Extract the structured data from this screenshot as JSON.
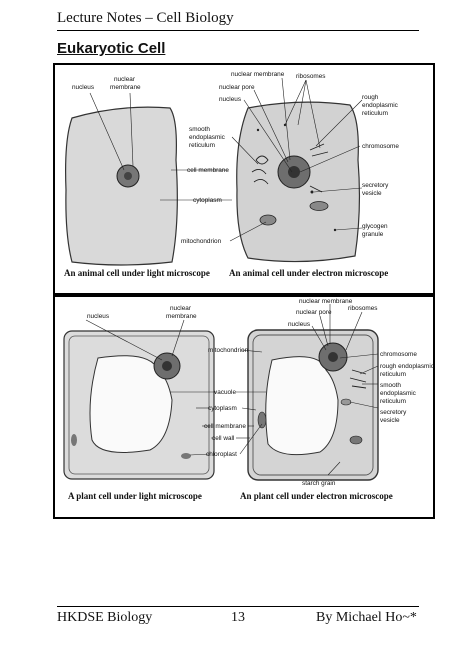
{
  "header": {
    "title": "Lecture Notes – Cell Biology"
  },
  "section": {
    "title": "Eukaryotic Cell"
  },
  "animal": {
    "light_caption": "An animal cell under light microscope",
    "em_caption": "An animal cell under electron microscope",
    "labels": {
      "nucleus": "nucleus",
      "nuclear_membrane_1": "nuclear",
      "nuclear_membrane_2": "membrane",
      "em_nuclear_membrane": "nuclear membrane",
      "ribosomes": "ribosomes",
      "nuclear_pore": "nuclear pore",
      "em_nucleus": "nucleus",
      "rough_er_1": "rough",
      "rough_er_2": "endoplasmic",
      "rough_er_3": "reticulum",
      "smooth_er_1": "smooth",
      "smooth_er_2": "endoplasmic",
      "smooth_er_3": "reticulum",
      "chromosome": "chromosome",
      "cell_membrane": "cell membrane",
      "secretory_1": "secretory",
      "secretory_2": "vesicle",
      "cytoplasm": "cytoplasm",
      "glycogen_1": "glycogen",
      "glycogen_2": "granule",
      "mitochondrion": "mitochondrion"
    }
  },
  "plant": {
    "light_caption": "A plant cell under light microscope",
    "em_caption": "An plant cell under electron microscope",
    "labels": {
      "nucleus": "nucleus",
      "nuclear_membrane_1": "nuclear",
      "nuclear_membrane_2": "membrane",
      "em_nuclear_membrane": "nuclear membrane",
      "nuclear_pore": "nuclear pore",
      "ribosomes": "ribosomes",
      "em_nucleus": "nucleus",
      "mitochondrion": "mitochondrion",
      "chromosome": "chromosome",
      "rough_er_1": "rough endoplasmic",
      "rough_er_2": "reticulum",
      "smooth_er_1": "smooth",
      "smooth_er_2": "endoplasmic",
      "smooth_er_3": "reticulum",
      "vacuole": "vacuole",
      "cytoplasm": "cytoplasm",
      "secretory_1": "secretory",
      "secretory_2": "vesicle",
      "cell_membrane": "cell membrane",
      "cell_wall": "cell wall",
      "chloroplast": "chloroplast",
      "starch_grain": "starch grain"
    }
  },
  "footer": {
    "left": "HKDSE Biology",
    "page": "13",
    "right": "By Michael Ho~*"
  }
}
